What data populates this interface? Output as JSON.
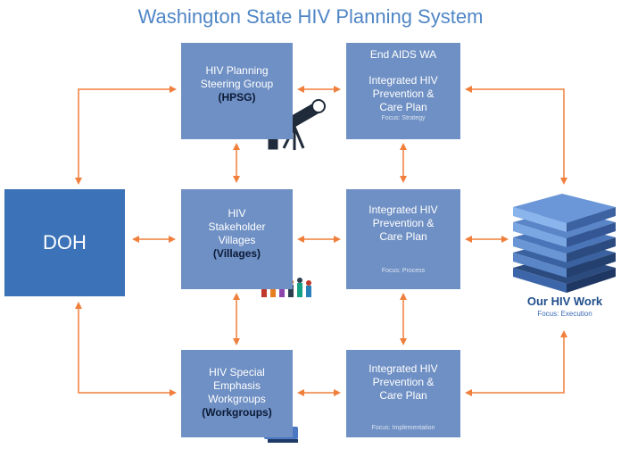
{
  "title": "Washington State HIV Planning System",
  "doh": {
    "label": "DOH"
  },
  "boxes": {
    "hpsg": {
      "line1": "HIV Planning",
      "line2": "Steering Group",
      "abbr": "(HPSG)"
    },
    "villages": {
      "line1": "HIV",
      "line2": "Stakeholder",
      "line3": "Villages",
      "abbr": "(Villages)"
    },
    "workgroups": {
      "line1": "HIV Special",
      "line2": "Emphasis",
      "line3": "Workgroups",
      "abbr": "(Workgroups)"
    },
    "plan_top": {
      "header": "End AIDS WA",
      "line1": "Integrated HIV",
      "line2": "Prevention &",
      "line3": "Care Plan",
      "focus": "Focus: Strategy"
    },
    "plan_mid": {
      "line1": "Integrated HIV",
      "line2": "Prevention &",
      "line3": "Care Plan",
      "focus": "Focus: Process"
    },
    "plan_bot": {
      "line1": "Integrated HIV",
      "line2": "Prevention &",
      "line3": "Care Plan",
      "focus": "Focus: Implementation"
    }
  },
  "work": {
    "label": "Our HIV Work",
    "focus": "Focus: Execution"
  },
  "colors": {
    "box": "#6f90c4",
    "doh": "#3b72b8",
    "arrow": "#f07f3c",
    "title": "#4f86c6"
  },
  "icons": [
    "telescope-icon",
    "people-icon",
    "workgroup-icon",
    "stacked-books-icon"
  ]
}
